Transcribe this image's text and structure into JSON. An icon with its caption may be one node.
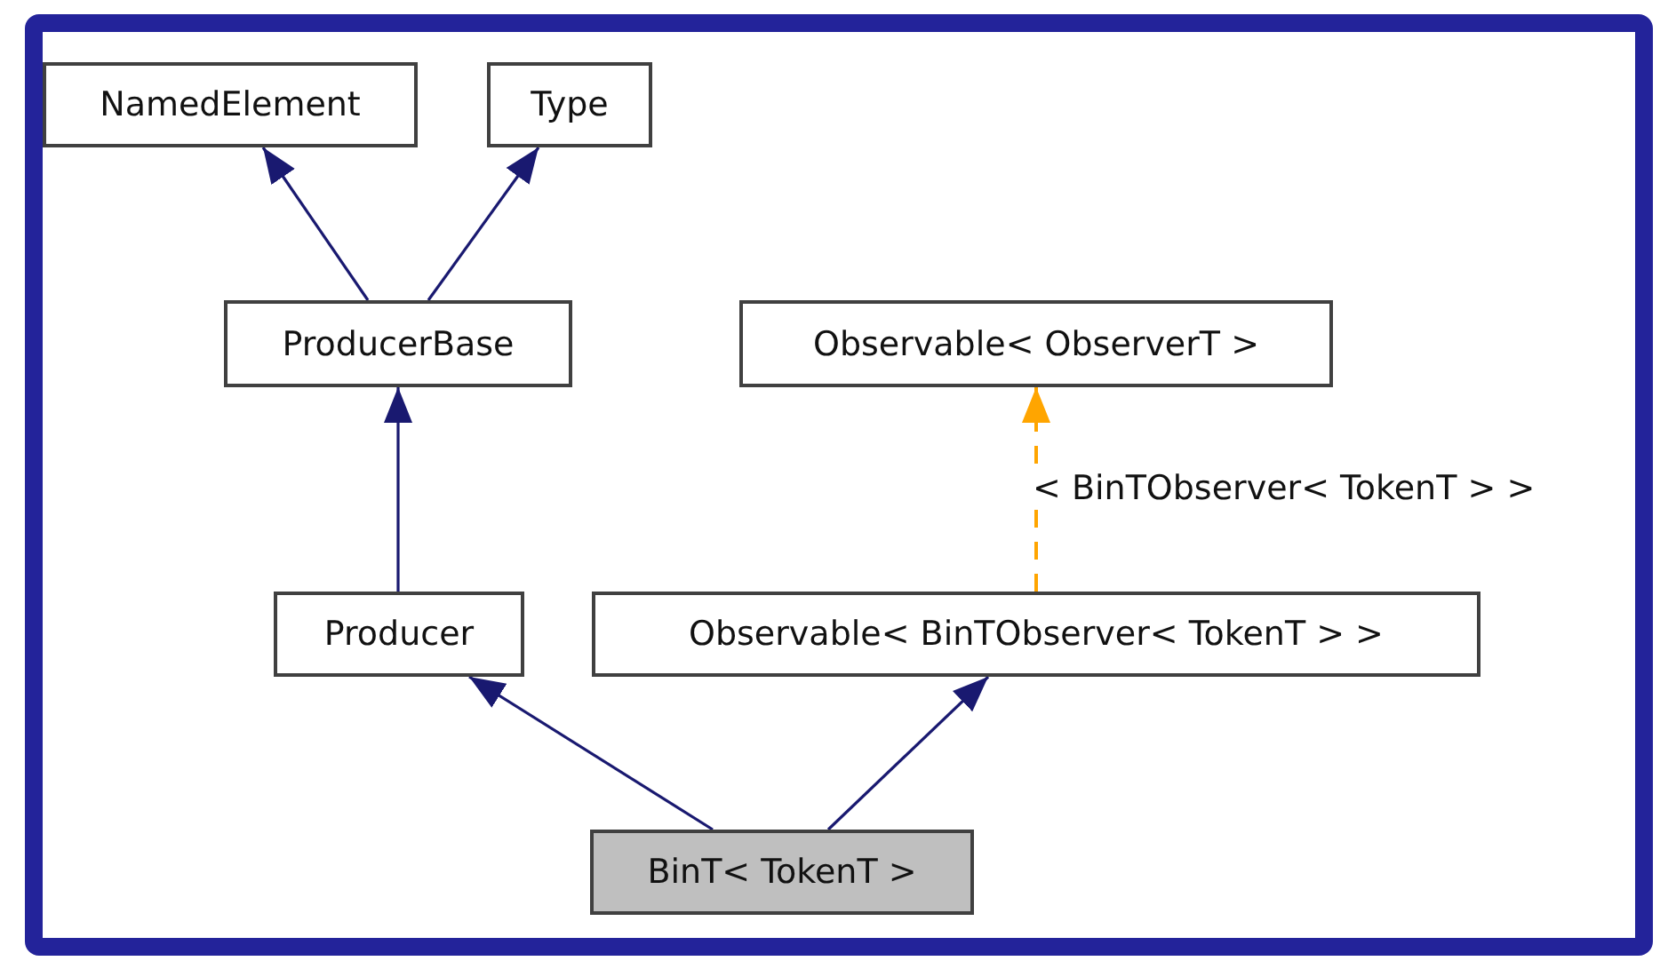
{
  "diagram": {
    "nodes": [
      {
        "text": [
          "NamedElement"
        ]
      },
      {
        "text": [
          "Type"
        ]
      },
      {
        "text": [
          "ProducerBase"
        ]
      },
      {
        "text": [
          "Observable< ObserverT >"
        ]
      },
      {
        "text": [
          "Producer"
        ]
      },
      {
        "text": [
          "Observable< BinTObserver< TokenT > >"
        ]
      },
      {
        "text": [
          "BinT< TokenT >"
        ]
      }
    ],
    "edges": [
      {
        "from": 2,
        "to": 0,
        "arrow": "to"
      },
      {
        "from": 2,
        "to": 1,
        "arrow": "to"
      },
      {
        "from": 4,
        "to": 2,
        "arrow": "to"
      },
      {
        "from": 5,
        "to": 3,
        "arrow": "to",
        "label": "< BinTObserver< TokenT > >",
        "style": "dashed",
        "color": "#ffa500"
      },
      {
        "from": 6,
        "to": 4,
        "arrow": "to"
      },
      {
        "from": 6,
        "to": 5,
        "arrow": "to"
      }
    ]
  }
}
